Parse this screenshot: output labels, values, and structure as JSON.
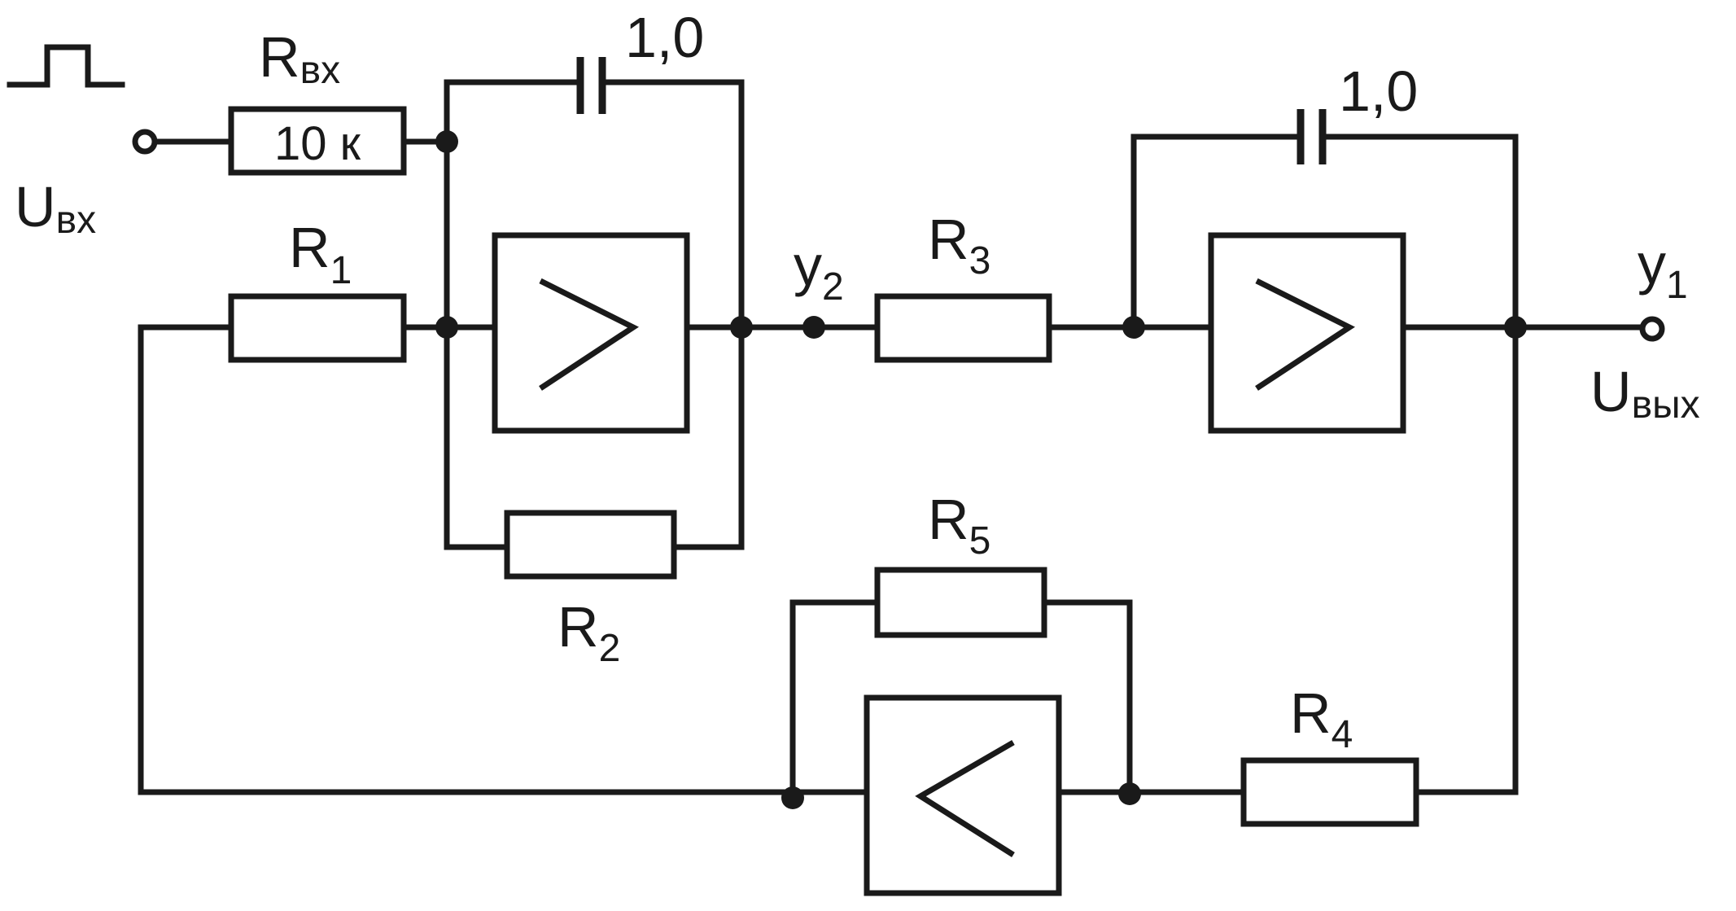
{
  "labels": {
    "input_voltage": {
      "main": "U",
      "sub": "вх"
    },
    "output_voltage": {
      "main": "U",
      "sub": "вых"
    },
    "r_in": {
      "main": "R",
      "sub": "вх"
    },
    "r_in_value": "10 к",
    "cap1_value": "1,0",
    "cap2_value": "1,0",
    "r1": {
      "main": "R",
      "sub": "1"
    },
    "r2": {
      "main": "R",
      "sub": "2"
    },
    "r3": {
      "main": "R",
      "sub": "3"
    },
    "r4": {
      "main": "R",
      "sub": "4"
    },
    "r5": {
      "main": "R",
      "sub": "5"
    },
    "node_y2": {
      "main": "y",
      "sub": "2"
    },
    "node_y1": {
      "main": "y",
      "sub": "1"
    }
  }
}
